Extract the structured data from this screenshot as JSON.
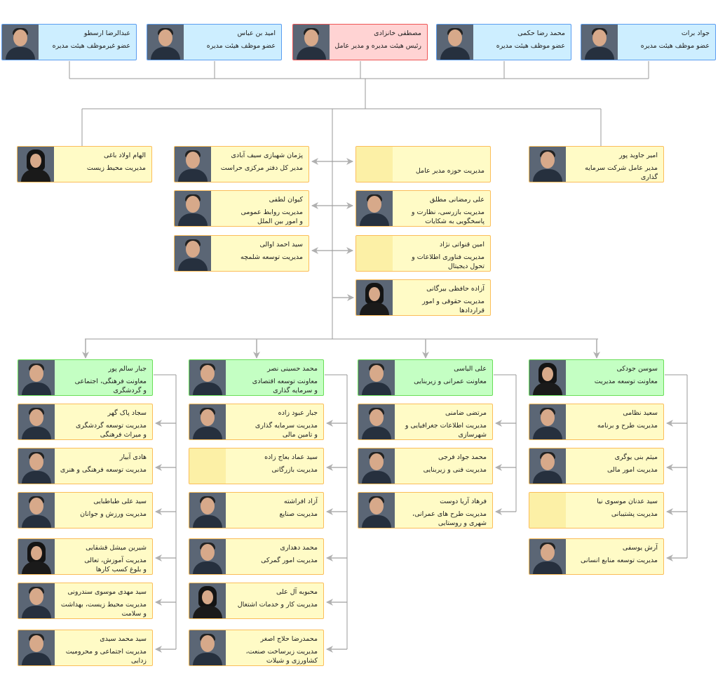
{
  "board_members": [
    {
      "name": "عبدالرضا ارسطو",
      "title": "عضو غیرموظف هیئت مدیره",
      "style": "blue"
    },
    {
      "name": "امید بن عباس",
      "title": "عضو موظف هیئت مدیره",
      "style": "blue"
    },
    {
      "name": "مصطفی خانزادی",
      "title": "رئیس هیئت مدیره و مدیر عامل",
      "style": "red"
    },
    {
      "name": "محمد رضا حکمی",
      "title": "عضو موظف هیئت مدیره",
      "style": "blue"
    },
    {
      "name": "جواد برات",
      "title": "عضو موظف هیئت مدیره",
      "style": "blue"
    }
  ],
  "top_units": [
    {
      "name": "الهام اولاد باغی",
      "title": "مدیریت محیط زیست",
      "gender": "f"
    },
    {
      "name": "امیر جاوید پور",
      "title": "مدیر عامل  شرکت سرمایه گذاری\nو توسعه اروند"
    }
  ],
  "ceo_staff_left": [
    {
      "name": "پژمان شهبازی سیف آبادی",
      "title": "مدیر کل دفتر مرکزی حراست"
    },
    {
      "name": "کیوان لطفی",
      "title": "مدیریت روابط عمومی\nو امور بین الملل"
    },
    {
      "name": "سید احمد اوالی",
      "title": "مدیریت توسعه شلمچه"
    }
  ],
  "ceo_staff_right": [
    {
      "name": "",
      "title": "مدیریت حوزه مدیر عامل",
      "photo": false
    },
    {
      "name": "علی رمضانی مطلق",
      "title": "مدیریت بازرسی، نظارت و\nپاسخگویی به شکایات"
    },
    {
      "name": "امین قنواتی نژاد",
      "title": "مدیریت فناوری اطلاعات و\nتحول دیجیتال",
      "photo": false
    },
    {
      "name": "آزاده حافظی بیرگانی",
      "title": "مدیریت حقوقی و امور قراردادها",
      "gender": "f"
    }
  ],
  "deputies": [
    {
      "name": "جبار سالم پور",
      "title": "معاونت فرهنگی، اجتماعی\nو گردشگری",
      "units": [
        {
          "name": "سجاد  پاک گهر",
          "title": "مدیریت توسعه گردشگری\nو میراث فرهنگی"
        },
        {
          "name": "هادی آبیار",
          "title": "مدیریت توسعه فرهنگی و هنری"
        },
        {
          "name": "سید علی طباطبایی",
          "title": "مدیریت ورزش و جوانان"
        },
        {
          "name": "شیرین میشل قشقایی",
          "title": "مدیریت آموزش، تعالی\nو بلوغ کسب کارها",
          "gender": "f"
        },
        {
          "name": "سید مهدی موسوی سندرونی",
          "title": "مدیریت محیط زیست، بهداشت\nو سلامت"
        },
        {
          "name": "سید محمد سیدی",
          "title": "مدیریت اجتماعی و محرومیت\nزدایی"
        }
      ]
    },
    {
      "name": "محمد حسینی نصر",
      "title": "معاونت توسعه اقتصادی\nو سرمایه گذاری",
      "units": [
        {
          "name": "جبار عبود زاده",
          "title": "مدیریت سرمایه گذاری\nو تامین مالی"
        },
        {
          "name": "سید عماد بعاج زاده",
          "title": "مدیریت بازرگانی",
          "photo": false
        },
        {
          "name": "آزاد افراشته",
          "title": "مدیریت صنایع"
        },
        {
          "name": "محمد دهداری",
          "title": "مدیریت امور گمرکی"
        },
        {
          "name": "محبوبه آل علی",
          "title": "مدیریت کار و خدمات اشتغال",
          "gender": "f"
        },
        {
          "name": "محمدرضا حلاج اصغر",
          "title": "مدیریت زیرساخت صنعت،\nکشاورزی و شیلات"
        }
      ]
    },
    {
      "name": "علی الیاسی",
      "title": "معاونت عمرانی و زیربنایی",
      "units": [
        {
          "name": "مرتضی ضامنی",
          "title": "مدیریت اطلاعات جغرافیایی و\nشهرسازی"
        },
        {
          "name": "محمد جواد فرجی",
          "title": "مدیریت فنی و زیربنایی"
        },
        {
          "name": "فرهاد آریا دوست",
          "title": "مدیریت  طرح های عمرانی،\nشهری و روستایی"
        }
      ]
    },
    {
      "name": "سوسن جودکی",
      "title": "معاونت توسعه مدیریت",
      "gender": "f",
      "units": [
        {
          "name": "سعید نظامی",
          "title": "مدیریت طرح و برنامه"
        },
        {
          "name": "میثم بنی یوگری",
          "title": "مدیریت امور مالی"
        },
        {
          "name": "سید عدنان موسوی نیا",
          "title": "مدیریت پشتیبانی",
          "photo": false
        },
        {
          "name": "آرش یوسفی",
          "title": "مدیریت توسعه منابع انسانی"
        }
      ]
    }
  ],
  "colors": {
    "line": "#9a9a9a",
    "arrow": "#b0b0b0"
  }
}
